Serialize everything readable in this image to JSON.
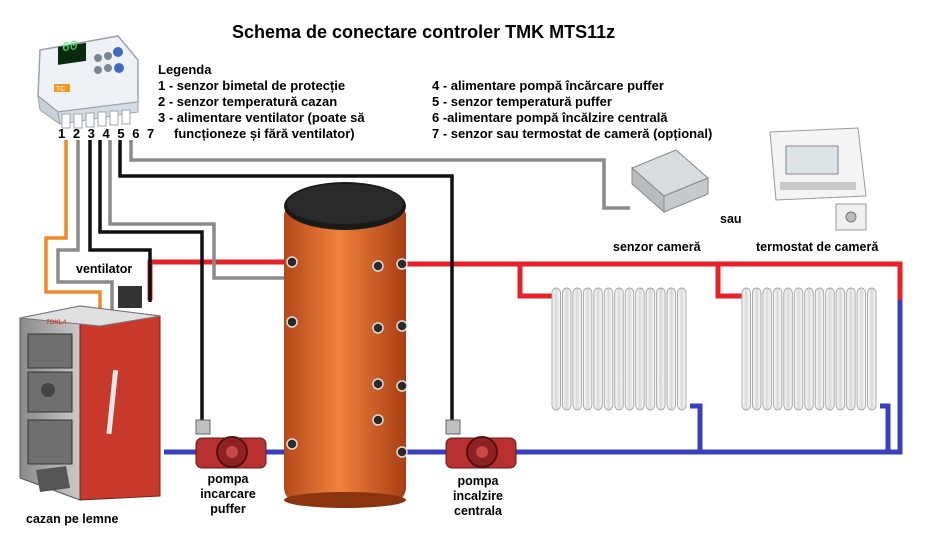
{
  "title": "Schema de conectare controler TMK MTS11z",
  "legend": {
    "heading": "Legenda",
    "items": [
      {
        "num": "1",
        "text": " - senzor bimetal de protecție"
      },
      {
        "num": "2",
        "text": " - senzor temperatură cazan"
      },
      {
        "num": "3",
        "text": " - alimentare ventilator (poate să"
      },
      {
        "num": "",
        "text": "funcționeze și fără ventilator)"
      },
      {
        "num": "4",
        "text": " - alimentare pompă încărcare puffer"
      },
      {
        "num": "5",
        "text": " - senzor temperatură puffer"
      },
      {
        "num": "6",
        "text": " -alimentare pompă încălzire centrală"
      },
      {
        "num": "7",
        "text": " - senzor sau termostat de cameră (opțional)"
      }
    ]
  },
  "terminal_numbers": "1 2 3 4  5 6 7",
  "labels": {
    "ventilator": "ventilator",
    "boiler": "cazan pe lemne",
    "pump_charge": [
      "pompa",
      "incarcare",
      "puffer"
    ],
    "pump_heat": [
      "pompa",
      "incalzire",
      "centrala"
    ],
    "room_sensor": "senzor cameră",
    "or": "sau",
    "room_thermostat": "termostat de cameră"
  },
  "controller": {
    "display": "60",
    "badge": "TC"
  },
  "boiler_brand": "TOKLA",
  "colors": {
    "hot_pipe": "#e8202a",
    "cold_pipe": "#3a3fc0",
    "tank": "#e46a28",
    "wire_orange": "#f08a2a",
    "wire_gray": "#8a8a8a",
    "wire_black": "#111111",
    "boiler_red": "#c8392b"
  }
}
